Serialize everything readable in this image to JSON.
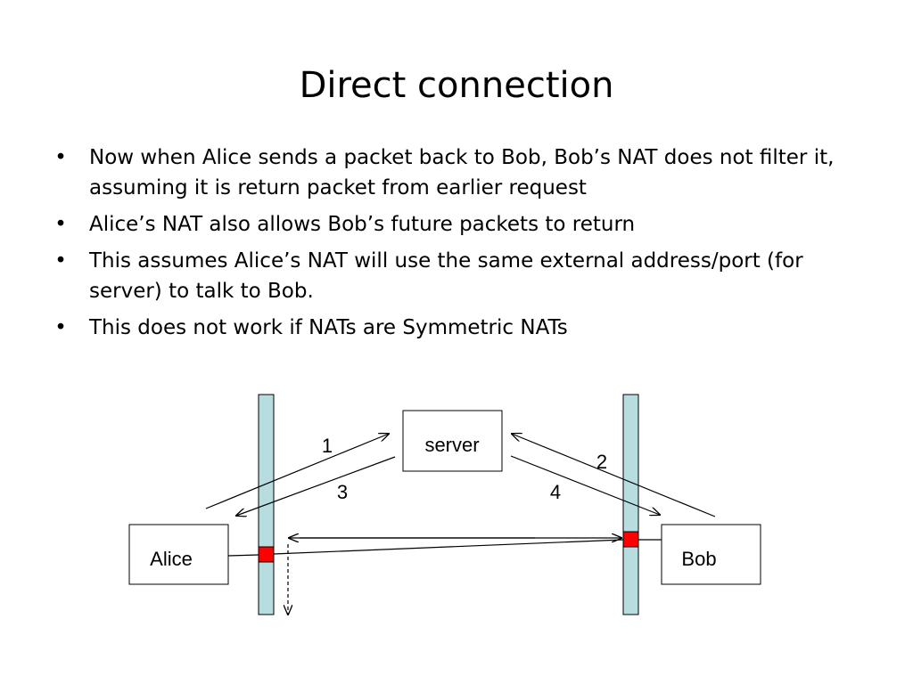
{
  "slide": {
    "title": "Direct connection",
    "bullets": [
      "Now when Alice sends a packet back to Bob, Bob’s NAT does not filter it, assuming it is return packet from earlier request",
      "Alice’s NAT also allows Bob’s future packets to return",
      "This assumes Alice’s NAT will use the same external address/port (for server) to talk to Bob.",
      "This does not work if NATs are Symmetric NATs"
    ],
    "bullet_symbol": "•"
  },
  "diagram": {
    "labels": {
      "server": "server",
      "alice": "Alice",
      "bob": "Bob"
    },
    "arrow_labels": {
      "one": "1",
      "two": "2",
      "three": "3",
      "four": "4"
    },
    "colors": {
      "nat_bar": "#b7dde0",
      "nat_port": "#ff0000",
      "stroke": "#000000"
    }
  }
}
